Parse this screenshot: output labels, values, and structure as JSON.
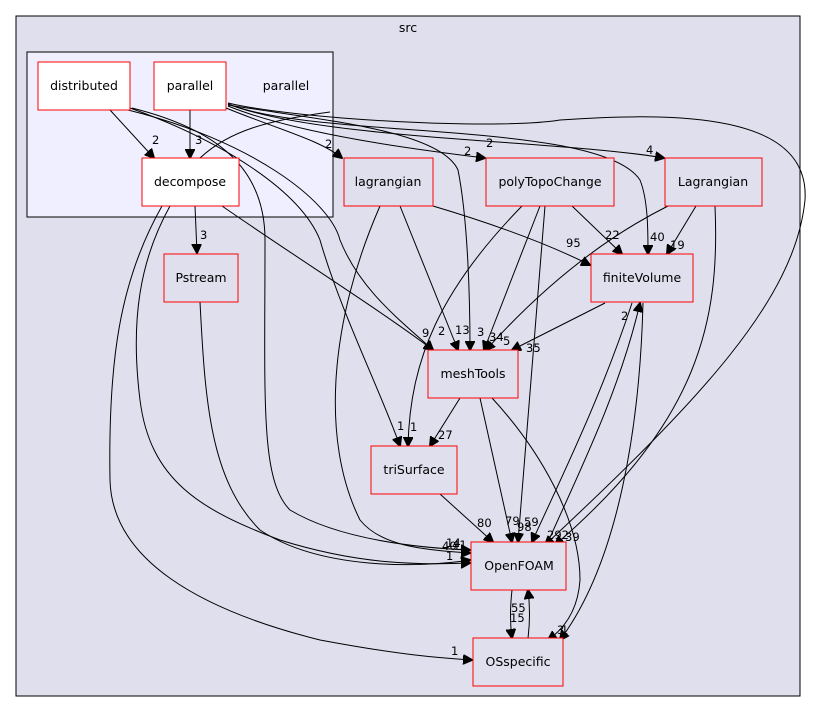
{
  "clusters": {
    "src": "src",
    "parallel": "parallel"
  },
  "nodes": {
    "distributed": "distributed",
    "parallel": "parallel",
    "decompose": "decompose",
    "lagrangian": "lagrangian",
    "polyTopoChange": "polyTopoChange",
    "Lagrangian": "Lagrangian",
    "Pstream": "Pstream",
    "finiteVolume": "finiteVolume",
    "meshTools": "meshTools",
    "triSurface": "triSurface",
    "OpenFOAM": "OpenFOAM",
    "OSspecific": "OSspecific"
  },
  "edge_labels": {
    "l2": "2",
    "l3a": "3",
    "l2b": "2",
    "l2c": "2",
    "l4": "4",
    "l3b": "3",
    "l95": "95",
    "l22": "22",
    "l40": "40",
    "l19": "19",
    "l2d": "2",
    "l9": "9",
    "l2e": "2",
    "l13": "13",
    "l3c": "3",
    "l34": "34",
    "l5": "5",
    "l35": "35",
    "l1a": "1",
    "l1b": "1",
    "l27": "27",
    "l80": "80",
    "l79": "79",
    "l59": "59",
    "l98": "98",
    "l292": "292",
    "l39": "39",
    "l14": "14",
    "l41": "41",
    "l40b": "40",
    "l1c": "1",
    "l55": "55",
    "l15": "15",
    "l3d": "3",
    "l1d": "1",
    "l1e": "1"
  }
}
